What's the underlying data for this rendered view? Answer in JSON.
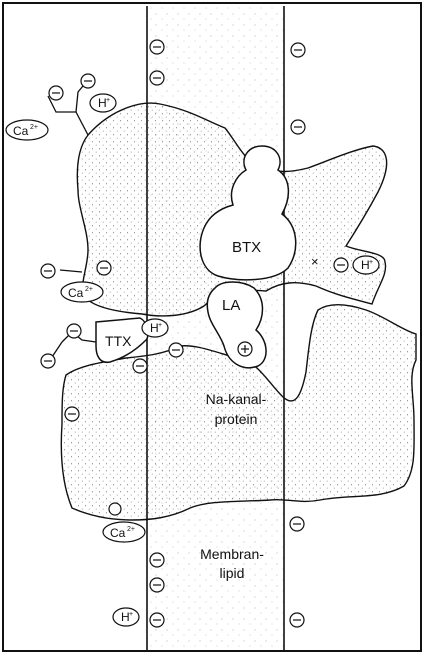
{
  "labels": {
    "btx": "BTX",
    "la": "LA",
    "ttx": "TTX",
    "protein_line1": "Na-kanal-",
    "protein_line2": "protein",
    "lipid_line1": "Membran-",
    "lipid_line2": "lipid"
  },
  "ions": {
    "hydrogen": "H",
    "calcium": "Ca",
    "hydrogen_charge": "+",
    "calcium_charge": "2+",
    "negative_charge": "⊖",
    "positive_charge": "⊕",
    "cross_mark": "×"
  },
  "colors": {
    "ink": "#111111",
    "stipple": "#6b6b6b",
    "background": "#ffffff"
  }
}
